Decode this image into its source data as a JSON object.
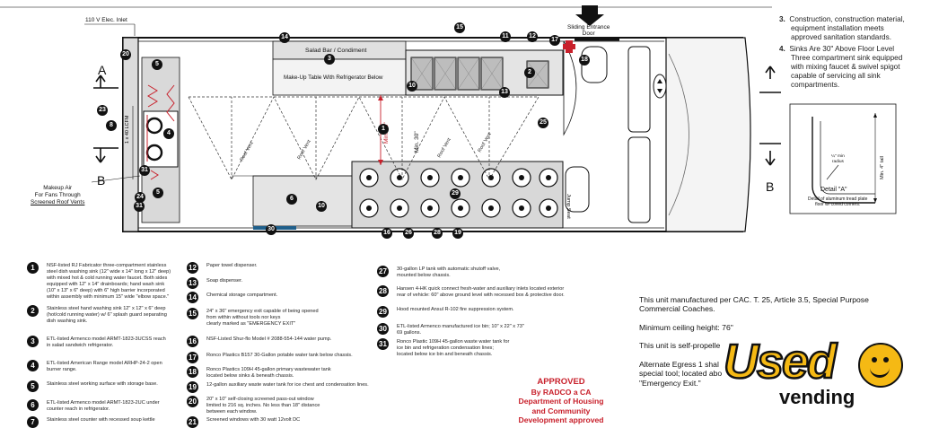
{
  "plan_labels": {
    "elec_inlet": "110 V Elec. Inlet",
    "sliding_door": [
      "Sliding Entrance",
      "Door"
    ],
    "salad_bar": "Salad Bar / Condiment",
    "makeup_table": "Make-Up Table With Refrigerator Below",
    "makeup_air": [
      "Makeup Air",
      "For Fans Through",
      "Screened Roof Vents"
    ],
    "min30_a": "Min. 30\"",
    "min30_b": "Min. 30\"",
    "jump_seat": "Jump Seat",
    "a_letter": "A",
    "b_letter": "B",
    "detail_title": "Detail \"A\"",
    "detail_caption": [
      "Detail of aluminum tread plate",
      "floor w/ coved corners."
    ],
    "detail_radius": [
      "¼\" min",
      "radius"
    ],
    "detail_height": "Min. 4\" tall",
    "watermark": "Used vending"
  },
  "callouts": [
    "1",
    "2",
    "3",
    "4",
    "5",
    "5",
    "6",
    "8",
    "10",
    "10",
    "11",
    "12",
    "13",
    "14",
    "15",
    "16",
    "17",
    "18",
    "20",
    "23",
    "24",
    "25",
    "26",
    "28",
    "29",
    "30",
    "31",
    "31",
    "19"
  ],
  "right_notes": [
    {
      "num": "3.",
      "lines": [
        "Construction, construction material,",
        "equipment installation meets",
        "approved sanitation standards."
      ]
    },
    {
      "num": "4.",
      "lines": [
        "Sinks Are 30\" Above Floor Level",
        "Three compartment sink equipped",
        "with mixing faucet & swivel spigot",
        "capable of servicing all sink",
        "compartments."
      ]
    }
  ],
  "legend": [
    {
      "num": "1",
      "lines": [
        "NSF-listed RJ Fabricator three-compartment stainless",
        "steel dish washing sink (12\" wide x 14\" long x 12\" deep)",
        "with mixed hot & cold running water faucet. Both sides",
        "equipped with 12\" x 14\" drainboards; hand wash sink",
        "(10\" x 13\" x 6\" deep) with 6\" high barrier incorporated",
        "within assembly with minimum 15\" wide \"elbow space.\""
      ]
    },
    {
      "num": "2",
      "lines": [
        "Stainless steel hand washing sink 12\" x 12\" x 6\" deep",
        "(hot/cold running water) w/ 6\" splash guard separating",
        "dish washing sink."
      ]
    },
    {
      "num": "3",
      "lines": [
        "ETL-listed Armenco model ARMT-1823-3UCSS reach",
        "in salad sandwich refrigerator."
      ]
    },
    {
      "num": "4",
      "lines": [
        "ETL-listed American Range model ARHP-24-2 open",
        "burner range."
      ]
    },
    {
      "num": "5",
      "lines": [
        "Stainless steel working surface with storage base."
      ]
    },
    {
      "num": "6",
      "lines": [
        "ETL-listed Armenco model ARMT-1823-2UC under",
        "counter reach in refrigerator."
      ]
    },
    {
      "num": "7",
      "lines": [
        "Stainless steel counter with recessed soup kettle"
      ]
    },
    {
      "num": "12",
      "lines": [
        "Paper towel dispenser."
      ]
    },
    {
      "num": "13",
      "lines": [
        "Soap dispenser."
      ]
    },
    {
      "num": "14",
      "lines": [
        "Chemical storage compartment."
      ]
    },
    {
      "num": "15",
      "lines": [
        "24\" x 36\" emergency exit capable of being opened",
        "from within without tools nor keys",
        "clearly marked as \"EMERGENCY EXIT\""
      ]
    },
    {
      "num": "16",
      "lines": [
        "NSF-Listed Shur-flo Model # 2088-554-144 water pump."
      ]
    },
    {
      "num": "17",
      "lines": [
        "Ronco Plastics B157 30-Gallon potable water tank below chassis."
      ]
    },
    {
      "num": "18",
      "lines": [
        "Ronco Plastics 109H 45-gallon primary wastewater tank",
        "located below sinks & beneath chassis."
      ]
    },
    {
      "num": "19",
      "lines": [
        "12-gallon auxiliary waste water tank for ice chest and condensation lines."
      ]
    },
    {
      "num": "20",
      "lines": [
        "20\" x 10\" self-closing screened pass-out window",
        "limited to 216 sq. inches. No less than 18\" distance",
        "between each window."
      ]
    },
    {
      "num": "21",
      "lines": [
        "Screened  windows  with 30 watt 12volt  DC"
      ]
    },
    {
      "num": "27",
      "lines": [
        "30-gallon LP tank with automatic shutoff valve,",
        "mounted below chassis."
      ]
    },
    {
      "num": "28",
      "lines": [
        "Hansen 4-HK quick connect fresh-water  and auxiliary inlets located exterior",
        "rear of vehicle: 60\" above ground level with recessed box & protective door."
      ]
    },
    {
      "num": "29",
      "lines": [
        "Hood mounted Ansul R-102 fire suppression system."
      ]
    },
    {
      "num": "30",
      "lines": [
        "ETL-listed Armenco manufactured ice bin; 10\" x 22\" x 73\"",
        "69 gallons."
      ]
    },
    {
      "num": "31",
      "lines": [
        "Ronco Plastic 109H 45-gallon waste water tank for",
        "ice bin and refrigeration condensation lines;",
        "located below ice bin and beneath chassis."
      ]
    }
  ],
  "info": {
    "line1": "This unit manufactured per CAC. T. 25, Article 3.5, Special Purpose",
    "line2": "Commercial Coaches.",
    "line3": "Minimum ceiling height: 76\"",
    "line4": "This unit is self-propelle",
    "line5": "Alternate Egress 1 shal",
    "line6": "special tool; located abo",
    "line7": "\"Emergency Exit.\""
  },
  "stamp": [
    "APPROVED",
    "By RADCO a CA",
    "Department of Housing",
    "and Community",
    "Development approved"
  ],
  "logo": {
    "word1": "Used",
    "word2": "vending"
  },
  "colors": {
    "ink": "#111111",
    "accent_red": "#c8202b",
    "logo_yellow": "#f5b914",
    "water_blue": "#1f5f8b"
  }
}
